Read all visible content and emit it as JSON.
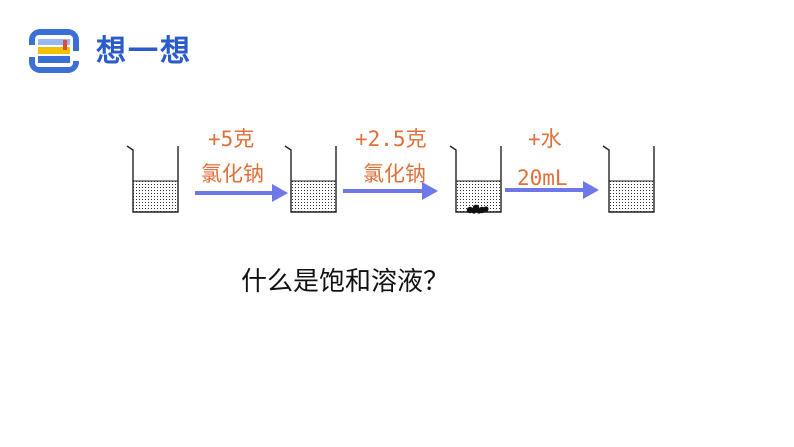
{
  "header": {
    "title": "想一想",
    "icon": "book-stack-icon",
    "colors": {
      "title": "#2a5cc9",
      "icon_frame": "#3b6fd6",
      "icon_accent": "#f2c200"
    }
  },
  "diagram": {
    "steps": [
      {
        "line1": "+5克",
        "line2": "氯化钠"
      },
      {
        "line1": "+2.5克",
        "line2": "氯化钠"
      },
      {
        "line1": "+水",
        "line2": "20mL"
      }
    ],
    "arrow_color": "#6f78e8",
    "label_color": "#e0703a"
  },
  "question": "什么是饱和溶液？"
}
